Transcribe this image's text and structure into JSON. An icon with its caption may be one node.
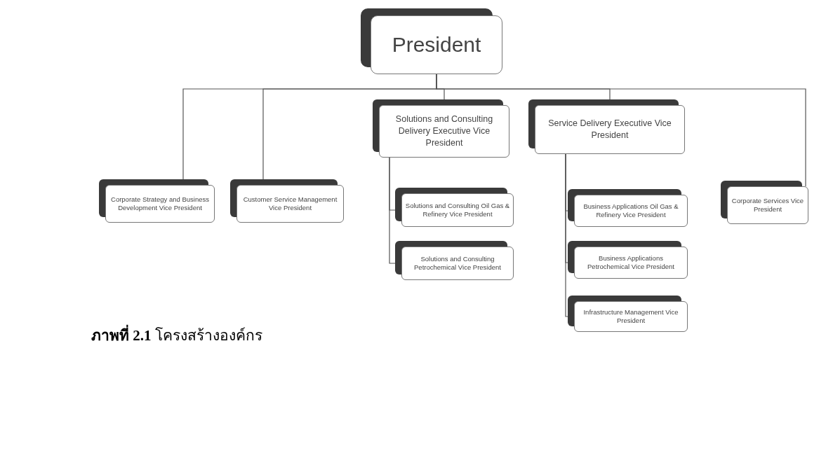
{
  "diagram": {
    "caption": "**ภาพที่ 2.1** โครงสร้างองค์กร",
    "nodes": [
      {
        "text": [
          "President"
        ]
      },
      {
        "text": [
          "Corporate Strategy and Business Development Vice President"
        ]
      },
      {
        "text": [
          "Customer Service Management Vice President"
        ]
      },
      {
        "text": [
          "Solutions and Consulting Delivery Executive Vice President"
        ]
      },
      {
        "text": [
          "Solutions and Consulting Oil Gas & Refinery Vice President"
        ]
      },
      {
        "text": [
          "Solutions and Consulting Petrochemical Vice President"
        ]
      },
      {
        "text": [
          "Service Delivery Executive Vice President"
        ]
      },
      {
        "text": [
          "Business Applications Oil Gas & Refinery Vice President"
        ]
      },
      {
        "text": [
          "Business Applications Petrochemical Vice President"
        ]
      },
      {
        "text": [
          "Infrastructure Management Vice President"
        ]
      },
      {
        "text": [
          "Corporate Services Vice President"
        ]
      }
    ],
    "edges": [
      {
        "from": 0,
        "to": 1,
        "arrow": "none"
      },
      {
        "from": 0,
        "to": 2,
        "arrow": "none"
      },
      {
        "from": 0,
        "to": 3,
        "arrow": "none"
      },
      {
        "from": 0,
        "to": 6,
        "arrow": "none"
      },
      {
        "from": 0,
        "to": 10,
        "arrow": "none"
      },
      {
        "from": 3,
        "to": 4,
        "arrow": "none"
      },
      {
        "from": 3,
        "to": 5,
        "arrow": "none"
      },
      {
        "from": 6,
        "to": 7,
        "arrow": "none"
      },
      {
        "from": 6,
        "to": 8,
        "arrow": "none"
      },
      {
        "from": 6,
        "to": 9,
        "arrow": "none"
      }
    ]
  }
}
